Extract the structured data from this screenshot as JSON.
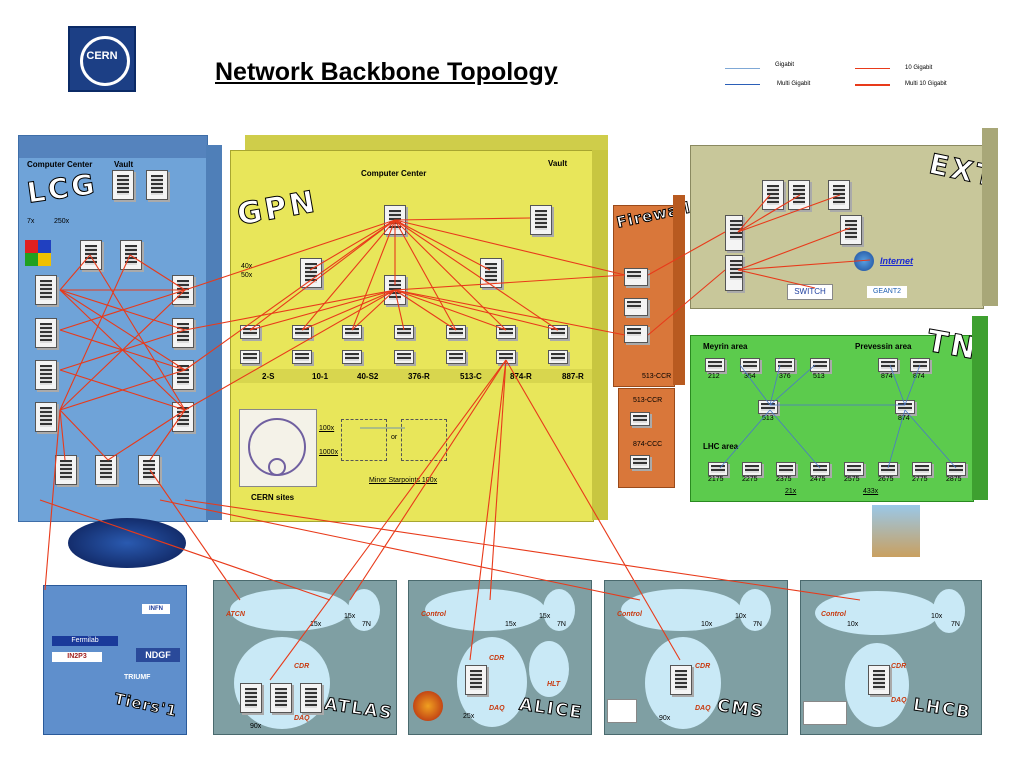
{
  "title": "Network Backbone Topology",
  "logo": {
    "text": "CERN"
  },
  "legend": {
    "gigabit": "Gigabit",
    "multi_gigabit": "Multi Gigabit",
    "ten_gigabit": "10 Gigabit",
    "multi_ten_gigabit": "Multi 10 Gigabit"
  },
  "lcg": {
    "big": "LCG",
    "computer_center": "Computer Center",
    "vault": "Vault",
    "count1": "7x",
    "count2": "250x"
  },
  "gpn": {
    "big": "GPN",
    "computer_center": "Computer Center",
    "vault": "Vault",
    "count1": "40x",
    "count2": "50x",
    "buildings": [
      "2-S",
      "10-1",
      "40-S2",
      "376-R",
      "513-C",
      "874-R",
      "887-R"
    ],
    "cern_sites": "CERN sites",
    "c100x": "100x",
    "c1000x": "1000x",
    "or": "or",
    "minor": "Minor Starpoints 100x"
  },
  "firewall": {
    "big": "Firewall",
    "p1": "513-CCR",
    "p2": "513-CCR",
    "p3": "874-CCC"
  },
  "ext": {
    "big": "EXT",
    "internet": "Internet",
    "switch": "SWITCH",
    "geant": "GEANT2"
  },
  "tn": {
    "big": "TN",
    "meyrin": "Meyrin area",
    "prevessin": "Prevessin area",
    "lhc": "LHC area",
    "meyrin_nodes": [
      "212",
      "354",
      "376",
      "513"
    ],
    "prev_nodes": [
      "874",
      "874"
    ],
    "core": [
      "513",
      "874"
    ],
    "lhc_nodes": [
      "2175",
      "2275",
      "2375",
      "2475",
      "2575",
      "2675",
      "2775",
      "2875"
    ],
    "c21": "21x",
    "c433": "433x"
  },
  "tiers": {
    "big": "Tiers'1",
    "fermilab": "Fermilab",
    "ndgf": "NDGF",
    "triumf": "TRIUMF",
    "in2p3": "IN2P3",
    "infn": "INFN"
  },
  "experiments": [
    {
      "name": "ATLAS",
      "control": "ATCN",
      "cdr": "CDR",
      "daq": "DAQ",
      "c1": "15x",
      "c2": "15x",
      "c3": "7N",
      "c4": "90x"
    },
    {
      "name": "ALICE",
      "control": "Control",
      "cdr": "CDR",
      "daq": "DAQ",
      "c1": "15x",
      "c2": "15x",
      "c3": "7N",
      "c4": "25x",
      "hlt": "HLT"
    },
    {
      "name": "CMS",
      "control": "Control",
      "cdr": "CDR",
      "daq": "DAQ",
      "c1": "10x",
      "c2": "10x",
      "c3": "7N",
      "c4": "90x"
    },
    {
      "name": "LHCB",
      "control": "Control",
      "cdr": "CDR",
      "daq": "DAQ",
      "c1": "10x",
      "c2": "10x",
      "c3": "7N",
      "c4": ""
    }
  ],
  "colors": {
    "lcg": "#6fa3d8",
    "gpn": "#e8e65a",
    "firewall": "#d9773a",
    "ext": "#c8c79a",
    "tn": "#5ccb4d",
    "exp": "#7f9fa3",
    "tiers": "#5f8fcc",
    "link_red": "#e83a1a",
    "link_blue": "#4a78c8"
  }
}
